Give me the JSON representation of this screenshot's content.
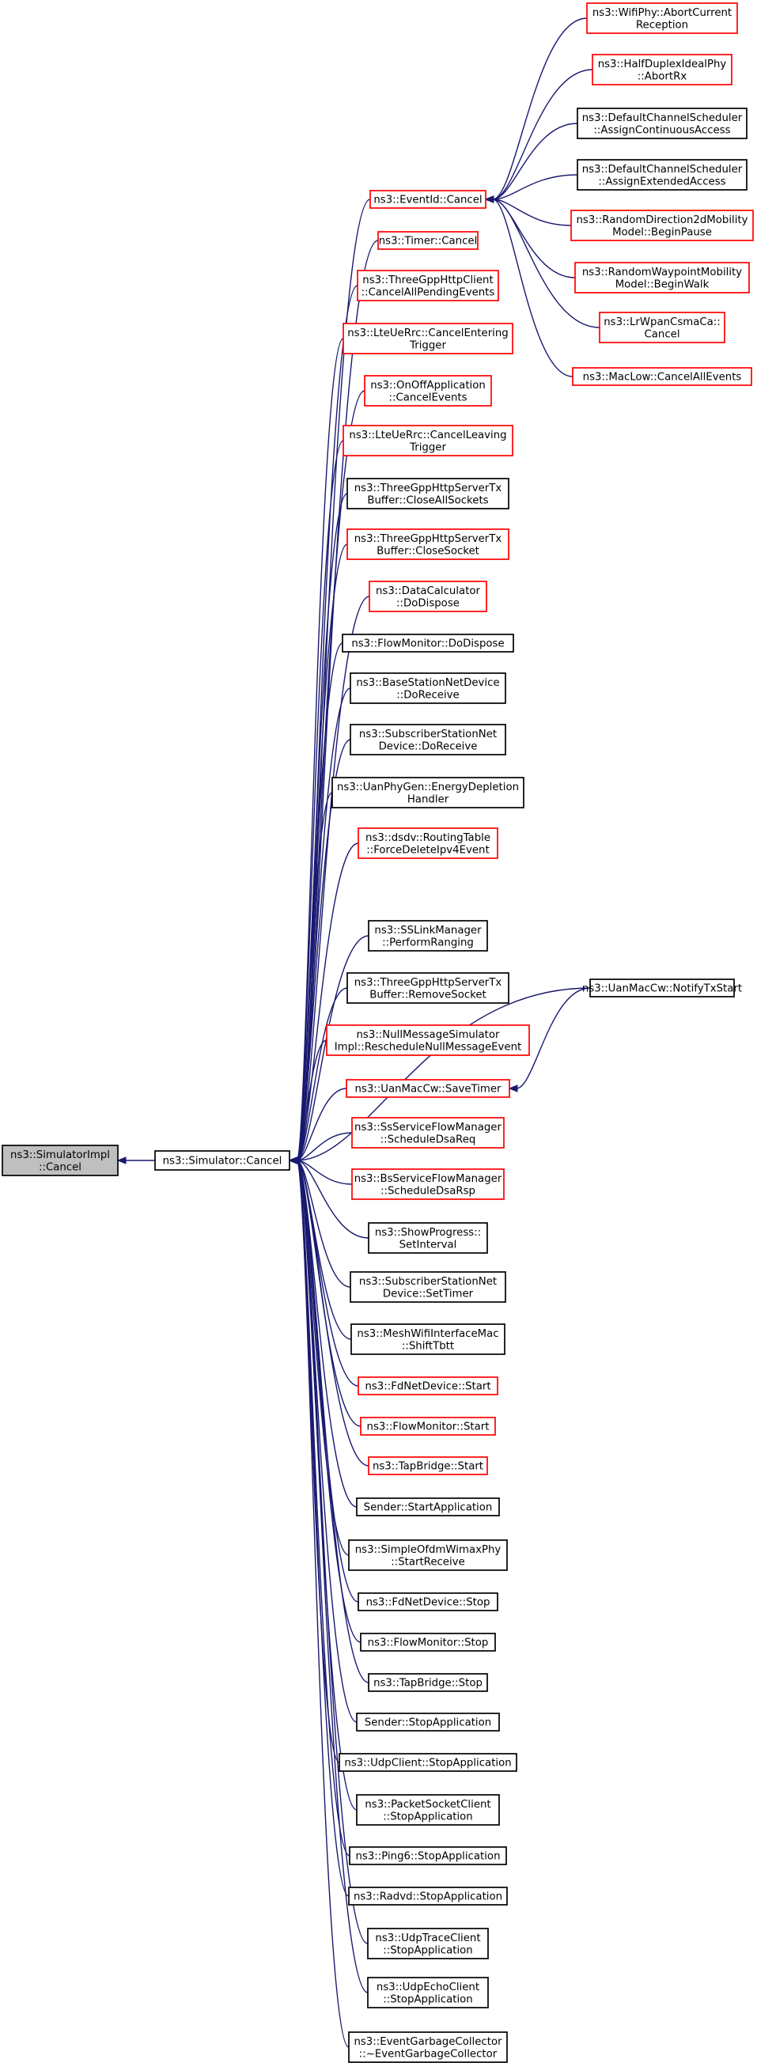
{
  "colors": {
    "edge": "#191970",
    "border_documented": "#000000",
    "border_undocumented": "#ff0000",
    "root_fill": "#bfbfbf"
  },
  "nodes": [
    {
      "id": "simimpl",
      "lines": [
        "ns3::SimulatorImpl",
        "::Cancel"
      ],
      "style": "root"
    },
    {
      "id": "simcancel",
      "lines": [
        "ns3::Simulator::Cancel"
      ],
      "style": "black"
    },
    {
      "id": "eventid",
      "lines": [
        "ns3::EventId::Cancel"
      ],
      "style": "red"
    },
    {
      "id": "timer",
      "lines": [
        "ns3::Timer::Cancel"
      ],
      "style": "red"
    },
    {
      "id": "threegppclient",
      "lines": [
        "ns3::ThreeGppHttpClient",
        "::CancelAllPendingEvents"
      ],
      "style": "red"
    },
    {
      "id": "lteentering",
      "lines": [
        "ns3::LteUeRrc::CancelEntering",
        "Trigger"
      ],
      "style": "red"
    },
    {
      "id": "onoff",
      "lines": [
        "ns3::OnOffApplication",
        "::CancelEvents"
      ],
      "style": "red"
    },
    {
      "id": "lteleaving",
      "lines": [
        "ns3::LteUeRrc::CancelLeaving",
        "Trigger"
      ],
      "style": "red"
    },
    {
      "id": "closeall",
      "lines": [
        "ns3::ThreeGppHttpServerTx",
        "Buffer::CloseAllSockets"
      ],
      "style": "black"
    },
    {
      "id": "closesocket",
      "lines": [
        "ns3::ThreeGppHttpServerTx",
        "Buffer::CloseSocket"
      ],
      "style": "red"
    },
    {
      "id": "datacalc",
      "lines": [
        "ns3::DataCalculator",
        "::DoDispose"
      ],
      "style": "red"
    },
    {
      "id": "flowdispose",
      "lines": [
        "ns3::FlowMonitor::DoDispose"
      ],
      "style": "black"
    },
    {
      "id": "basestation",
      "lines": [
        "ns3::BaseStationNetDevice",
        "::DoReceive"
      ],
      "style": "black"
    },
    {
      "id": "subscriberrecv",
      "lines": [
        "ns3::SubscriberStationNet",
        "Device::DoReceive"
      ],
      "style": "black"
    },
    {
      "id": "uanphy",
      "lines": [
        "ns3::UanPhyGen::EnergyDepletion",
        "Handler"
      ],
      "style": "black"
    },
    {
      "id": "dsdv",
      "lines": [
        "ns3::dsdv::RoutingTable",
        "::ForceDeleteIpv4Event"
      ],
      "style": "red"
    },
    {
      "id": "sslink",
      "lines": [
        "ns3::SSLinkManager",
        "::PerformRanging"
      ],
      "style": "black"
    },
    {
      "id": "removesocket",
      "lines": [
        "ns3::ThreeGppHttpServerTx",
        "Buffer::RemoveSocket"
      ],
      "style": "black"
    },
    {
      "id": "nullmsg",
      "lines": [
        "ns3::NullMessageSimulator",
        "Impl::RescheduleNullMessageEvent"
      ],
      "style": "red"
    },
    {
      "id": "uansave",
      "lines": [
        "ns3::UanMacCw::SaveTimer"
      ],
      "style": "red"
    },
    {
      "id": "ssservice",
      "lines": [
        "ns3::SsServiceFlowManager",
        "::ScheduleDsaReq"
      ],
      "style": "red"
    },
    {
      "id": "bsservice",
      "lines": [
        "ns3::BsServiceFlowManager",
        "::ScheduleDsaRsp"
      ],
      "style": "red"
    },
    {
      "id": "showprogress",
      "lines": [
        "ns3::ShowProgress::",
        "SetInterval"
      ],
      "style": "black"
    },
    {
      "id": "subscribertimer",
      "lines": [
        "ns3::SubscriberStationNet",
        "Device::SetTimer"
      ],
      "style": "black"
    },
    {
      "id": "meshwifi",
      "lines": [
        "ns3::MeshWifiInterfaceMac",
        "::ShiftTbtt"
      ],
      "style": "black"
    },
    {
      "id": "fdstart",
      "lines": [
        "ns3::FdNetDevice::Start"
      ],
      "style": "red"
    },
    {
      "id": "flowstart",
      "lines": [
        "ns3::FlowMonitor::Start"
      ],
      "style": "red"
    },
    {
      "id": "tapstart",
      "lines": [
        "ns3::TapBridge::Start"
      ],
      "style": "red"
    },
    {
      "id": "senderstart",
      "lines": [
        "Sender::StartApplication"
      ],
      "style": "black"
    },
    {
      "id": "simpleofdm",
      "lines": [
        "ns3::SimpleOfdmWimaxPhy",
        "::StartReceive"
      ],
      "style": "black"
    },
    {
      "id": "fdstop",
      "lines": [
        "ns3::FdNetDevice::Stop"
      ],
      "style": "black"
    },
    {
      "id": "flowstop",
      "lines": [
        "ns3::FlowMonitor::Stop"
      ],
      "style": "black"
    },
    {
      "id": "tapstop",
      "lines": [
        "ns3::TapBridge::Stop"
      ],
      "style": "black"
    },
    {
      "id": "senderstop",
      "lines": [
        "Sender::StopApplication"
      ],
      "style": "black"
    },
    {
      "id": "udpclient",
      "lines": [
        "ns3::UdpClient::StopApplication"
      ],
      "style": "black"
    },
    {
      "id": "packetsocket",
      "lines": [
        "ns3::PacketSocketClient",
        "::StopApplication"
      ],
      "style": "black"
    },
    {
      "id": "ping6",
      "lines": [
        "ns3::Ping6::StopApplication"
      ],
      "style": "black"
    },
    {
      "id": "radvd",
      "lines": [
        "ns3::Radvd::StopApplication"
      ],
      "style": "black"
    },
    {
      "id": "udptrace",
      "lines": [
        "ns3::UdpTraceClient",
        "::StopApplication"
      ],
      "style": "black"
    },
    {
      "id": "udpecho",
      "lines": [
        "ns3::UdpEchoClient",
        "::StopApplication"
      ],
      "style": "black"
    },
    {
      "id": "eventgc",
      "lines": [
        "ns3::EventGarbageCollector",
        "::~EventGarbageCollector"
      ],
      "style": "black"
    },
    {
      "id": "wifiabort",
      "lines": [
        "ns3::WifiPhy::AbortCurrent",
        "Reception"
      ],
      "style": "red"
    },
    {
      "id": "halfduplex",
      "lines": [
        "ns3::HalfDuplexIdealPhy",
        "::AbortRx"
      ],
      "style": "red"
    },
    {
      "id": "defcontinuous",
      "lines": [
        "ns3::DefaultChannelScheduler",
        "::AssignContinuousAccess"
      ],
      "style": "black"
    },
    {
      "id": "defextended",
      "lines": [
        "ns3::DefaultChannelScheduler",
        "::AssignExtendedAccess"
      ],
      "style": "black"
    },
    {
      "id": "randomdir",
      "lines": [
        "ns3::RandomDirection2dMobility",
        "Model::BeginPause"
      ],
      "style": "red"
    },
    {
      "id": "randomway",
      "lines": [
        "ns3::RandomWaypointMobility",
        "Model::BeginWalk"
      ],
      "style": "red"
    },
    {
      "id": "lrwpan",
      "lines": [
        "ns3::LrWpanCsmaCa::",
        "Cancel"
      ],
      "style": "red"
    },
    {
      "id": "maclow",
      "lines": [
        "ns3::MacLow::CancelAllEvents"
      ],
      "style": "red"
    },
    {
      "id": "uannotify",
      "lines": [
        "ns3::UanMacCw::NotifyTxStart"
      ],
      "style": "black"
    }
  ],
  "edges": [
    [
      "simcancel",
      "simimpl"
    ],
    [
      "eventid",
      "simcancel"
    ],
    [
      "timer",
      "simcancel"
    ],
    [
      "threegppclient",
      "simcancel"
    ],
    [
      "lteentering",
      "simcancel"
    ],
    [
      "onoff",
      "simcancel"
    ],
    [
      "lteleaving",
      "simcancel"
    ],
    [
      "closeall",
      "simcancel"
    ],
    [
      "closesocket",
      "simcancel"
    ],
    [
      "datacalc",
      "simcancel"
    ],
    [
      "flowdispose",
      "simcancel"
    ],
    [
      "basestation",
      "simcancel"
    ],
    [
      "subscriberrecv",
      "simcancel"
    ],
    [
      "uanphy",
      "simcancel"
    ],
    [
      "dsdv",
      "simcancel"
    ],
    [
      "uannotify",
      "simcancel"
    ],
    [
      "sslink",
      "simcancel"
    ],
    [
      "removesocket",
      "simcancel"
    ],
    [
      "nullmsg",
      "simcancel"
    ],
    [
      "uansave",
      "simcancel"
    ],
    [
      "ssservice",
      "simcancel"
    ],
    [
      "bsservice",
      "simcancel"
    ],
    [
      "showprogress",
      "simcancel"
    ],
    [
      "subscribertimer",
      "simcancel"
    ],
    [
      "meshwifi",
      "simcancel"
    ],
    [
      "fdstart",
      "simcancel"
    ],
    [
      "flowstart",
      "simcancel"
    ],
    [
      "tapstart",
      "simcancel"
    ],
    [
      "senderstart",
      "simcancel"
    ],
    [
      "simpleofdm",
      "simcancel"
    ],
    [
      "fdstop",
      "simcancel"
    ],
    [
      "flowstop",
      "simcancel"
    ],
    [
      "tapstop",
      "simcancel"
    ],
    [
      "senderstop",
      "simcancel"
    ],
    [
      "udpclient",
      "simcancel"
    ],
    [
      "packetsocket",
      "simcancel"
    ],
    [
      "ping6",
      "simcancel"
    ],
    [
      "radvd",
      "simcancel"
    ],
    [
      "udptrace",
      "simcancel"
    ],
    [
      "udpecho",
      "simcancel"
    ],
    [
      "eventgc",
      "simcancel"
    ],
    [
      "wifiabort",
      "eventid"
    ],
    [
      "halfduplex",
      "eventid"
    ],
    [
      "defcontinuous",
      "eventid"
    ],
    [
      "defextended",
      "eventid"
    ],
    [
      "randomdir",
      "eventid"
    ],
    [
      "randomway",
      "eventid"
    ],
    [
      "lrwpan",
      "eventid"
    ],
    [
      "maclow",
      "eventid"
    ],
    [
      "uannotify",
      "uansave"
    ]
  ]
}
